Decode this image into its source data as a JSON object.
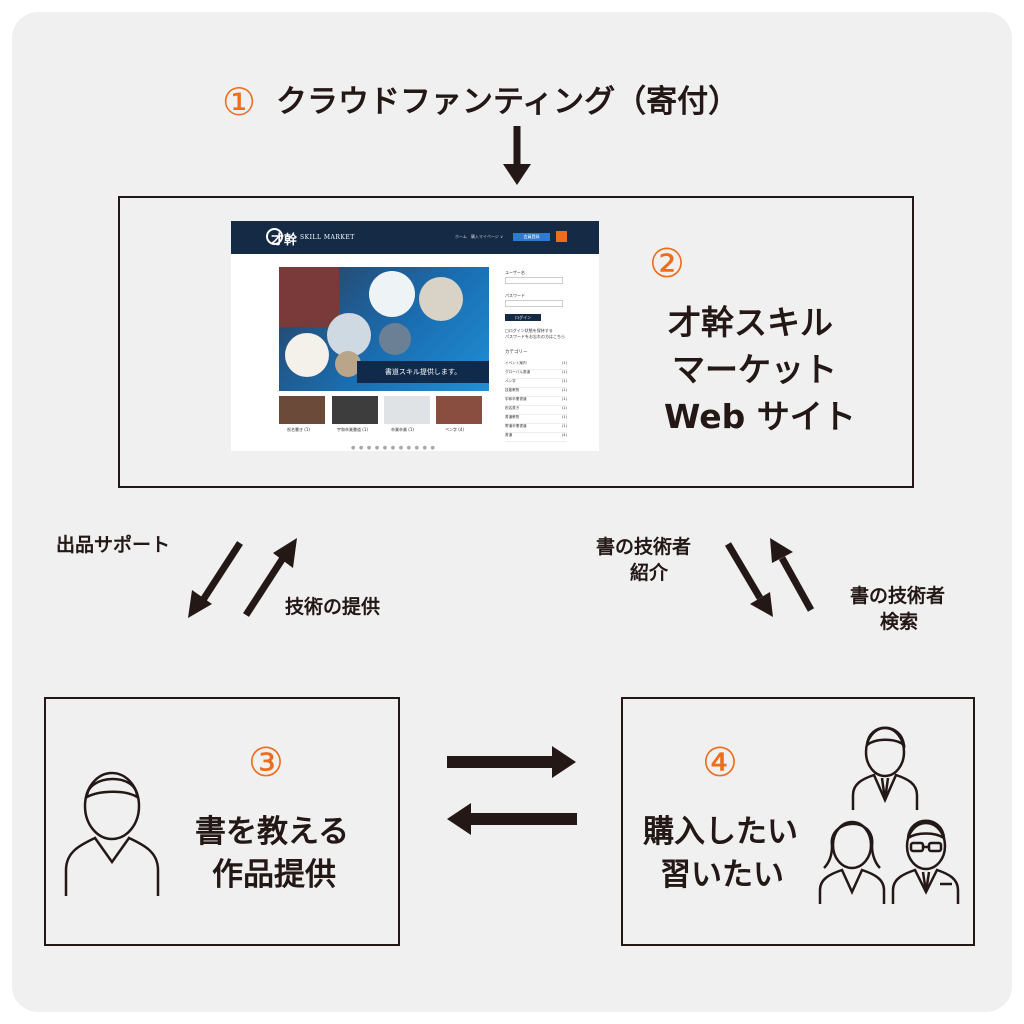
{
  "title": {
    "number": "①",
    "text": "クラウドファンティング（寄付）"
  },
  "website": {
    "number": "②",
    "lines": [
      "才幹スキル",
      "マーケット",
      "Web サイト"
    ],
    "screenshot": {
      "logo_kanji": "才幹",
      "logo_text": "SKILL MARKET",
      "nav": "ホーム　購入マイページ ∨",
      "register_btn": "会員登録",
      "hero_banner": "書道スキル提供します。",
      "thumbs": [
        "祝名書き (1)",
        "宇和卒業書道 (1)",
        "卒業卒業 (1)",
        "ペン字 (4)"
      ],
      "dots": "● ● ● ● ● ● ● ● ● ● ●",
      "side": {
        "user_label": "ユーザー名",
        "pass_label": "パスワード",
        "login_btn": "ログイン",
        "remember": "□ログイン状態を保持する",
        "forgot": "パスワードをお忘れの方はこちら",
        "category": "カテゴリー",
        "categories": [
          {
            "name": "イベント案内",
            "count": "(1)"
          },
          {
            "name": "グローバル書道",
            "count": "(1)"
          },
          {
            "name": "ペン字",
            "count": "(1)"
          },
          {
            "name": "技能教則",
            "count": "(1)"
          },
          {
            "name": "宇和卒業書道",
            "count": "(1)"
          },
          {
            "name": "祝名書き",
            "count": "(1)"
          },
          {
            "name": "書道教則",
            "count": "(1)"
          },
          {
            "name": "寄道卒業書道",
            "count": "(1)"
          },
          {
            "name": "書道",
            "count": "(4)"
          }
        ]
      }
    }
  },
  "left_arrows": {
    "down_label": "出品サポート",
    "up_label": "技術の提供"
  },
  "right_arrows": {
    "down_label_1": "書の技術者",
    "down_label_2": "紹介",
    "up_label_1": "書の技術者",
    "up_label_2": "検索"
  },
  "teacher": {
    "number": "③",
    "line1": "書を教える",
    "line2": "作品提供"
  },
  "buyer": {
    "number": "④",
    "line1": "購入したい",
    "line2": "習いたい"
  }
}
